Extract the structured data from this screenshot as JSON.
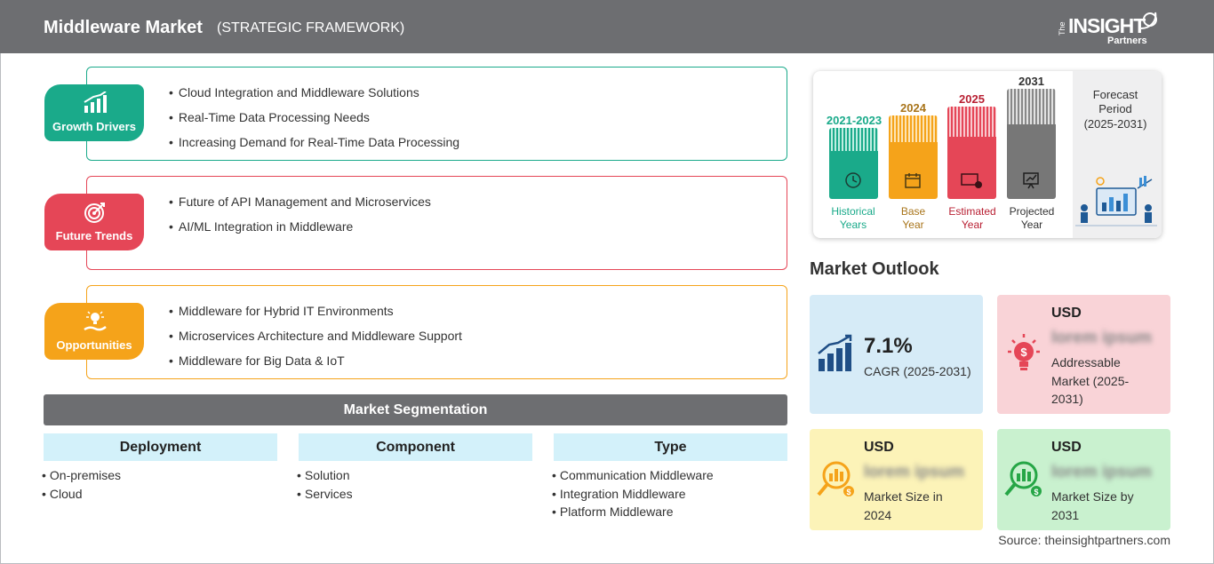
{
  "header": {
    "title": "Middleware Market",
    "subtitle": "(STRATEGIC FRAMEWORK)",
    "logo": {
      "prefix": "The",
      "main": "INSIGHT",
      "sub": "Partners"
    }
  },
  "framework": {
    "growth_drivers": {
      "label": "Growth Drivers",
      "color": "#1aaa8a",
      "items": [
        "Cloud Integration and Middleware Solutions",
        "Real-Time Data Processing Needs",
        "Increasing Demand for Real-Time Data Processing"
      ]
    },
    "future_trends": {
      "label": "Future Trends",
      "color": "#e54657",
      "items": [
        "Future of API Management and Microservices",
        "AI/ML Integration in Middleware"
      ]
    },
    "opportunities": {
      "label": "Opportunities",
      "color": "#f5a31a",
      "items": [
        "Middleware for Hybrid IT Environments",
        "Microservices Architecture and Middleware Support",
        "Middleware for Big Data & IoT"
      ]
    }
  },
  "segmentation": {
    "title": "Market Segmentation",
    "columns": [
      {
        "header": "Deployment",
        "items": [
          "On-premises",
          "Cloud"
        ]
      },
      {
        "header": "Component",
        "items": [
          "Solution",
          "Services"
        ]
      },
      {
        "header": "Type",
        "items": [
          "Communication Middleware",
          "Integration Middleware",
          "Platform Middleware"
        ]
      }
    ]
  },
  "timeline": {
    "periods": [
      {
        "year": "2021-2023",
        "label1": "Historical",
        "label2": "Years",
        "color": "#1aaa8a",
        "year_color": "#1aaa8a",
        "icon": "history-icon"
      },
      {
        "year": "2024",
        "label1": "Base",
        "label2": "Year",
        "color": "#f5a31a",
        "year_color": "#a8741a",
        "icon": "calendar-icon"
      },
      {
        "year": "2025",
        "label1": "Estimated",
        "label2": "Year",
        "color": "#e54657",
        "year_color": "#b81f32",
        "icon": "estimate-icon"
      },
      {
        "year": "2031",
        "label1": "Projected",
        "label2": "Year",
        "color": "#777777",
        "year_color": "#333333",
        "icon": "projection-icon"
      }
    ],
    "forecast": {
      "line1": "Forecast",
      "line2": "Period",
      "line3": "(2025-2031)"
    }
  },
  "outlook": {
    "title": "Market Outlook",
    "cagr": {
      "value": "7.1%",
      "label": "CAGR (2025-2031)",
      "color": "#d6ebf7",
      "icon": "growth-chart-icon"
    },
    "addressable": {
      "currency": "USD",
      "value": "lorem ipsum",
      "line1": "Addressable",
      "line2": "Market (2025-",
      "line3": "2031)",
      "color": "#f9d3d7",
      "icon": "lightbulb-dollar-icon"
    },
    "size_2024": {
      "currency": "USD",
      "value": "lorem ipsum",
      "line1": "Market Size in",
      "line2": "2024",
      "color": "#fcf3b8",
      "icon": "magnifier-chart-icon"
    },
    "size_2031": {
      "currency": "USD",
      "value": "lorem ipsum",
      "line1": "Market Size by",
      "line2": "2031",
      "color": "#c9f1cf",
      "icon": "magnifier-chart-icon"
    }
  },
  "source": "Source: theinsightpartners.com"
}
